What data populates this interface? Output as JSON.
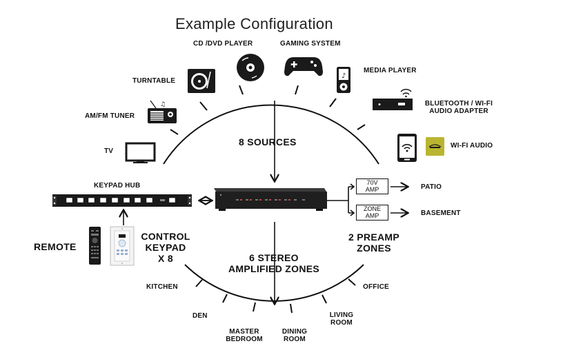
{
  "title": "Example Configuration",
  "sources": {
    "cd_dvd": "CD /DVD PLAYER",
    "gaming": "GAMING SYSTEM",
    "turntable": "TURNTABLE",
    "media_player": "MEDIA PLAYER",
    "bluetooth_line1": "BLUETOOTH / WI-FI",
    "bluetooth_line2": "AUDIO ADAPTER",
    "am_fm": "AM/FM TUNER",
    "tv": "TV",
    "wifi_audio": "WI-FI AUDIO",
    "center_label": "8 SOURCES"
  },
  "control": {
    "keypad_hub": "KEYPAD HUB",
    "remote": "REMOTE",
    "keypad_line1": "CONTROL",
    "keypad_line2": "KEYPAD",
    "keypad_line3": "X 8"
  },
  "preamp": {
    "amp70_line1": "70V",
    "amp70_line2": "AMP",
    "zone_amp_line1": "ZONE",
    "zone_amp_line2": "AMP",
    "patio": "PATIO",
    "basement": "BASEMENT",
    "label_line1": "2 PREAMP",
    "label_line2": "ZONES"
  },
  "zones": {
    "label_line1": "6 STEREO",
    "label_line2": "AMPLIFIED ZONES",
    "kitchen": "KITCHEN",
    "den": "DEN",
    "master_line1": "MASTER",
    "master_line2": "BEDROOM",
    "dining_line1": "DINING",
    "dining_line2": "ROOM",
    "living_line1": "LIVING",
    "living_line2": "ROOM",
    "office": "OFFICE"
  },
  "icons": [
    "turntable-icon",
    "disc-icon",
    "gamepad-icon",
    "media-player-icon",
    "bluetooth-adapter-icon",
    "radio-icon",
    "tv-icon",
    "tablet-wifi-icon",
    "wifi-audio-logo",
    "keypad-hub-icon",
    "amplifier-icon",
    "remote-icon",
    "wall-keypad-icon"
  ],
  "colors": {
    "ink": "#111111",
    "logo": "#b9b530",
    "device": "#1a1a1a"
  }
}
